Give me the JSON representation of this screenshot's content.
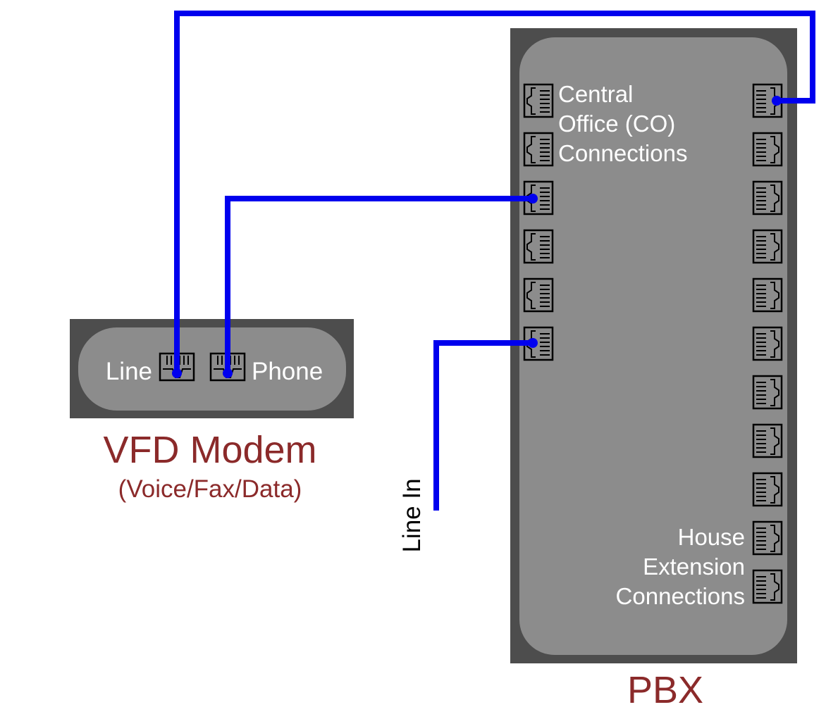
{
  "modem": {
    "line_label": "Line",
    "phone_label": "Phone",
    "title": "VFD Modem",
    "subtitle": "(Voice/Fax/Data)"
  },
  "pbx": {
    "co_label_1": "Central",
    "co_label_2": "Office (CO)",
    "co_label_3": "Connections",
    "ext_label_1": "House",
    "ext_label_2": "Extension",
    "ext_label_3": "Connections",
    "title": "PBX",
    "co_jack_count": 6,
    "ext_jack_count": 11
  },
  "line_in_label": "Line In",
  "colors": {
    "wire": "#0000ee",
    "device_outer": "#4d4d4d",
    "device_inner": "#8c8c8c",
    "title": "#8b2a2a",
    "label": "#ffffff",
    "line_in": "#000000"
  }
}
